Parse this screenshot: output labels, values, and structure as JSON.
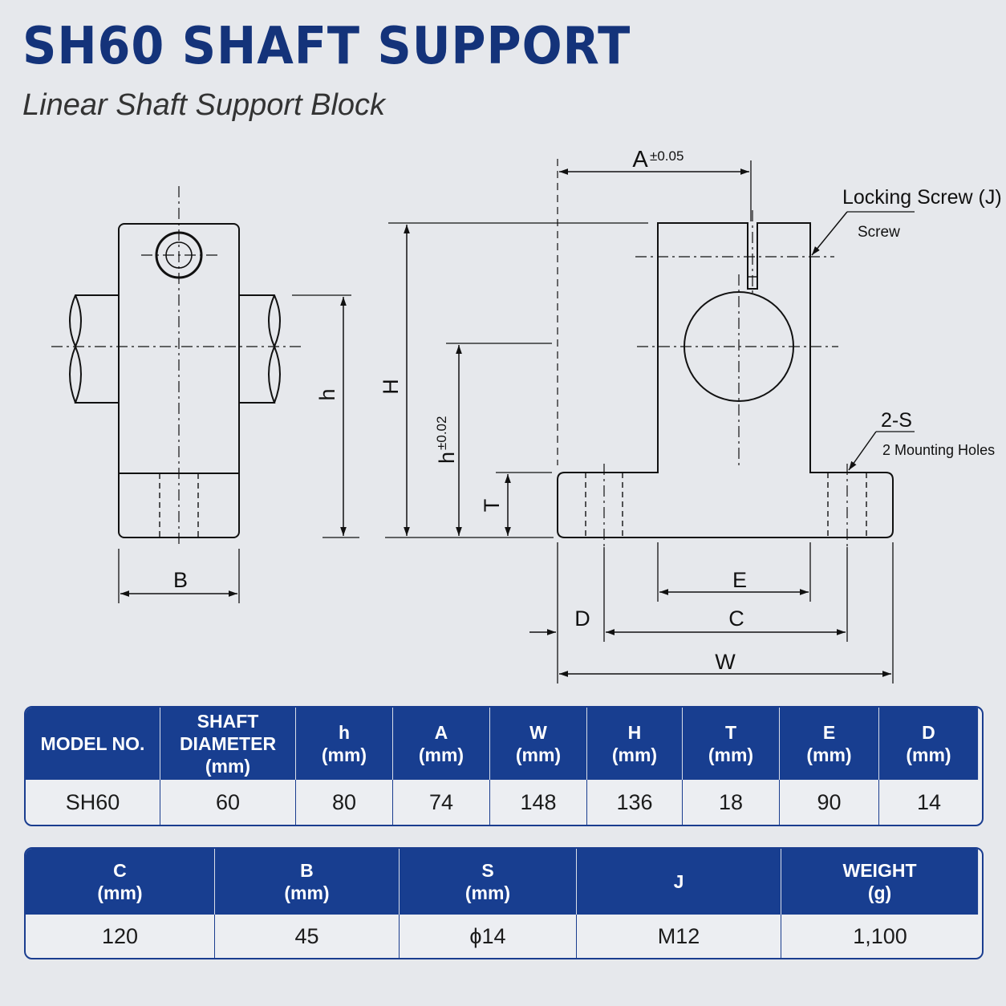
{
  "header": {
    "title": "SH60 SHAFT SUPPORT",
    "subtitle": "Linear Shaft Support Block"
  },
  "drawing": {
    "dim_A": "A",
    "dim_A_tol": "±0.05",
    "locking_screw": "Locking Screw (J)",
    "screw": "Screw",
    "holes": "2-S",
    "holes_desc": "2 Mounting Holes",
    "dim_h": "h",
    "dim_H": "H",
    "dim_h2": "h",
    "dim_h2_tol": "±0.02",
    "dim_T": "T",
    "dim_B": "B",
    "dim_E": "E",
    "dim_D": "D",
    "dim_C": "C",
    "dim_W": "W"
  },
  "table1": {
    "headers": [
      "MODEL NO.",
      "SHAFT\nDIAMETER\n(mm)",
      "h\n(mm)",
      "A\n(mm)",
      "W\n(mm)",
      "H\n(mm)",
      "T\n(mm)",
      "E\n(mm)",
      "D\n(mm)"
    ],
    "row": [
      "SH60",
      "60",
      "80",
      "74",
      "148",
      "136",
      "18",
      "90",
      "14"
    ]
  },
  "table2": {
    "headers": [
      "C\n(mm)",
      "B\n(mm)",
      "S\n(mm)",
      "J",
      "WEIGHT\n(g)"
    ],
    "row": [
      "120",
      "45",
      "ϕ14",
      "M12",
      "1,100"
    ]
  },
  "colors": {
    "brand": "#183e90",
    "background": "#e6e8ec",
    "line": "#111111"
  }
}
